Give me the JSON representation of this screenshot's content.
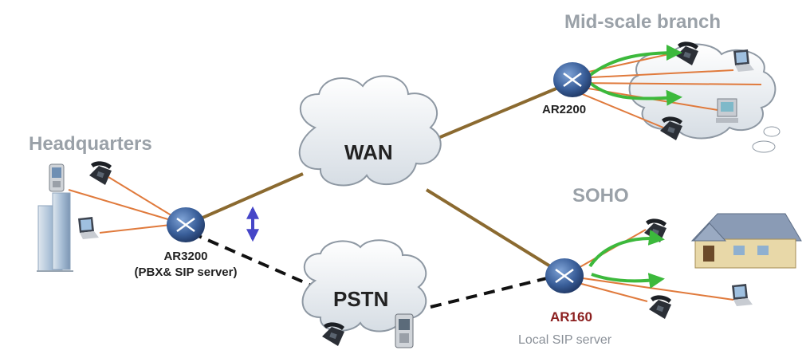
{
  "sites": {
    "headquarters": "Headquarters",
    "branch": "Mid-scale branch",
    "soho": "SOHO"
  },
  "clouds": {
    "wan": "WAN",
    "pstn": "PSTN"
  },
  "routers": {
    "hq": {
      "name": "AR3200",
      "role": "(PBX& SIP server)"
    },
    "branch": {
      "name": "AR2200"
    },
    "soho": {
      "name": "AR160",
      "role": "Local SIP server"
    }
  },
  "colors": {
    "wan_link": "#8b6a30",
    "device_link": "#e07a3c",
    "call_arrow": "#3cb93c",
    "dashed_link": "#111111",
    "router": "#3a5f9a",
    "cloud": "#e4e9ee",
    "ar160_label": "#8b1e1e",
    "site_label": "#9aa1a8",
    "double_arrow": "#4646c8"
  }
}
